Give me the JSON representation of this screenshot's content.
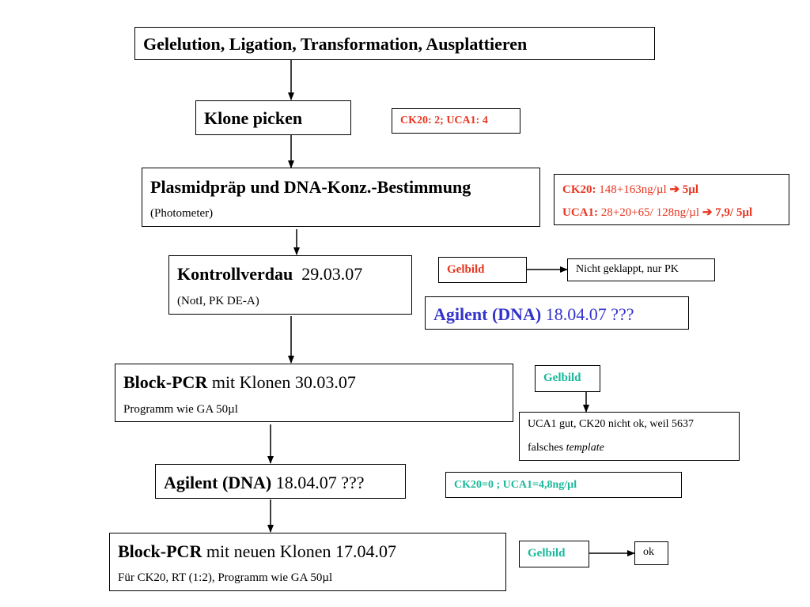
{
  "boxes": {
    "gelelution": {
      "title": "Gelelution, Ligation, Transformation, Ausplattieren"
    },
    "klone": {
      "title": "Klone picken"
    },
    "klone_note": {
      "text": "CK20: 2; UCA1: 4"
    },
    "plasmid": {
      "title": "Plasmidpräp und DNA-Konz.-Bestimmung",
      "sub": "(Photometer)"
    },
    "plasmid_note": {
      "line1_label": "CK20:",
      "line1_value": " 148+163ng/µl ",
      "line1_arrow": "➔",
      "line1_result": " 5µl",
      "line2_label": "UCA1:",
      "line2_value": " 28+20+65/ 128ng/µl ",
      "line2_arrow": "➔",
      "line2_result": " 7,9/ 5µl"
    },
    "kontroll": {
      "title_bold": "Kontrollverdau",
      "title_rest": "  29.03.07",
      "sub": "(NotI, PK DE-A)"
    },
    "gelbild1": {
      "text": "Gelbild"
    },
    "nicht_geklappt": {
      "text": "Nicht geklappt, nur PK"
    },
    "agilent1": {
      "bold": "Agilent (DNA)",
      "rest": " 18.04.07 ???"
    },
    "blockpcr1": {
      "title_bold": "Block-PCR",
      "title_rest": " mit Klonen 30.03.07",
      "sub": "Programm wie GA 50µl"
    },
    "gelbild2": {
      "text": "Gelbild"
    },
    "uca_note": {
      "line1": "UCA1 gut, CK20 nicht ok, weil 5637",
      "line2_plain": "falsches ",
      "line2_italic": "template"
    },
    "agilent2": {
      "bold": "Agilent (DNA)",
      "rest": " 18.04.07 ???"
    },
    "ck_result": {
      "text": "CK20=0 ; UCA1=4,8ng/µl"
    },
    "blockpcr2": {
      "title_bold": "Block-PCR",
      "title_rest": " mit neuen Klonen 17.04.07",
      "sub": "Für CK20, RT (1:2), Programm wie GA 50µl"
    },
    "gelbild3": {
      "text": "Gelbild"
    },
    "ok": {
      "text": "ok"
    }
  },
  "colors": {
    "red": "#e8351f",
    "teal": "#18b89a",
    "blue": "#3333cc"
  }
}
